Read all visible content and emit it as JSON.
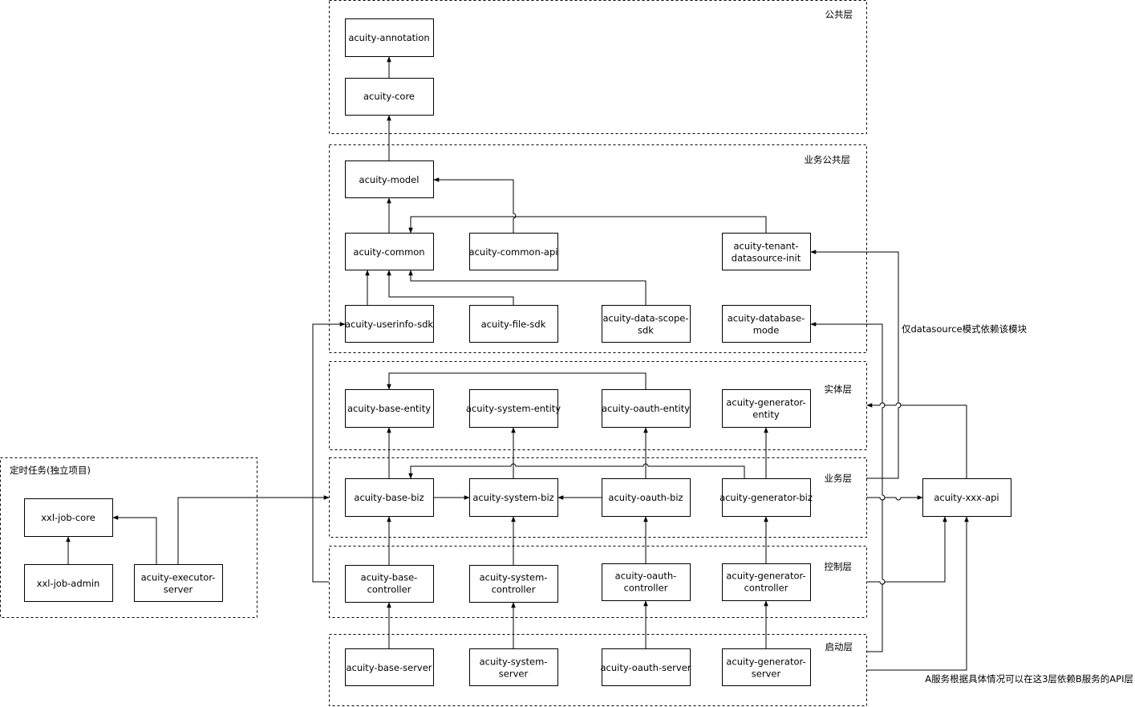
{
  "layers": {
    "common": "公共层",
    "biz_common": "业务公共层",
    "entity": "实体层",
    "biz": "业务层",
    "controller": "控制层",
    "startup": "启动层",
    "job": "定时任务(独立项目)"
  },
  "nodes": {
    "annotation": [
      "acuity-annotation"
    ],
    "core": [
      "acuity-core"
    ],
    "model": [
      "acuity-model"
    ],
    "common": [
      "acuity-common"
    ],
    "common_api": [
      "acuity-common-api"
    ],
    "tenant_init": [
      "acuity-tenant-",
      "datasource-init"
    ],
    "userinfo_sdk": [
      "acuity-userinfo-sdk"
    ],
    "file_sdk": [
      "acuity-file-sdk"
    ],
    "data_scope_sdk": [
      "acuity-data-scope-",
      "sdk"
    ],
    "database_mode": [
      "acuity-database-",
      "mode"
    ],
    "base_entity": [
      "acuity-base-entity"
    ],
    "system_entity": [
      "acuity-system-entity"
    ],
    "oauth_entity": [
      "acuity-oauth-entity"
    ],
    "generator_entity": [
      "acuity-generator-",
      "entity"
    ],
    "base_biz": [
      "acuity-base-biz"
    ],
    "system_biz": [
      "acuity-system-biz"
    ],
    "oauth_biz": [
      "acuity-oauth-biz"
    ],
    "generator_biz": [
      "acuity-generator-biz"
    ],
    "base_controller": [
      "acuity-base-",
      "controller"
    ],
    "system_controller": [
      "acuity-system-",
      "controller"
    ],
    "oauth_controller": [
      "acuity-oauth-",
      "controller"
    ],
    "generator_controller": [
      "acuity-generator-",
      "controller"
    ],
    "base_server": [
      "acuity-base-server"
    ],
    "system_server": [
      "acuity-system-",
      "server"
    ],
    "oauth_server": [
      "acuity-oauth-server"
    ],
    "generator_server": [
      "acuity-generator-",
      "server"
    ],
    "xxx_api": [
      "acuity-xxx-api"
    ],
    "xxl_core": [
      "xxl-job-core"
    ],
    "xxl_admin": [
      "xxl-job-admin"
    ],
    "executor": [
      "acuity-executor-",
      "server"
    ]
  },
  "notes": {
    "datasource_only": "仅datasource模式依赖该模块",
    "api_dependency": "A服务根据具体情况可以在这3层依赖B服务的API层"
  }
}
